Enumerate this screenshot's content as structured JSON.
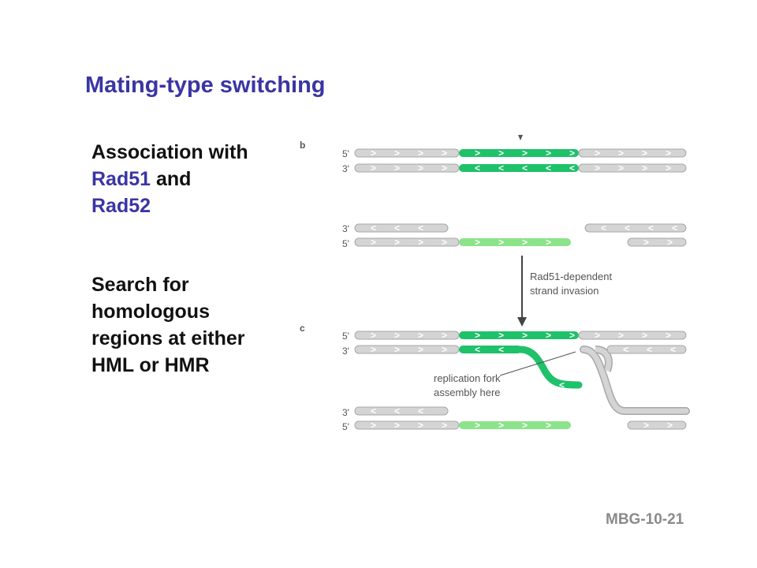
{
  "slide": {
    "title": "Mating-type switching",
    "footer": "MBG-10-21"
  },
  "bullets": {
    "b1": {
      "line1": "Association with",
      "line2_colored": "Rad51",
      "line2_rest": " and",
      "line3_colored": "Rad52"
    },
    "b2": {
      "line1": "Search for",
      "line2": "homologous",
      "line3": "regions at either",
      "line4": "HML or HMR"
    }
  },
  "diagram": {
    "panel_b_label": "b",
    "panel_c_label": "c",
    "end_5": "5'",
    "end_3": "3'",
    "arrow_label_line1": "Rad51-dependent",
    "arrow_label_line2": "strand invasion",
    "fork_note_line1": "replication fork",
    "fork_note_line2": "assembly here",
    "colors": {
      "strand_grey": "#d4d4d4",
      "strand_outline": "#a8a8a8",
      "green_dark": "#1fc16b",
      "green_light": "#8be38a",
      "title_blue": "#3a35a4"
    }
  }
}
